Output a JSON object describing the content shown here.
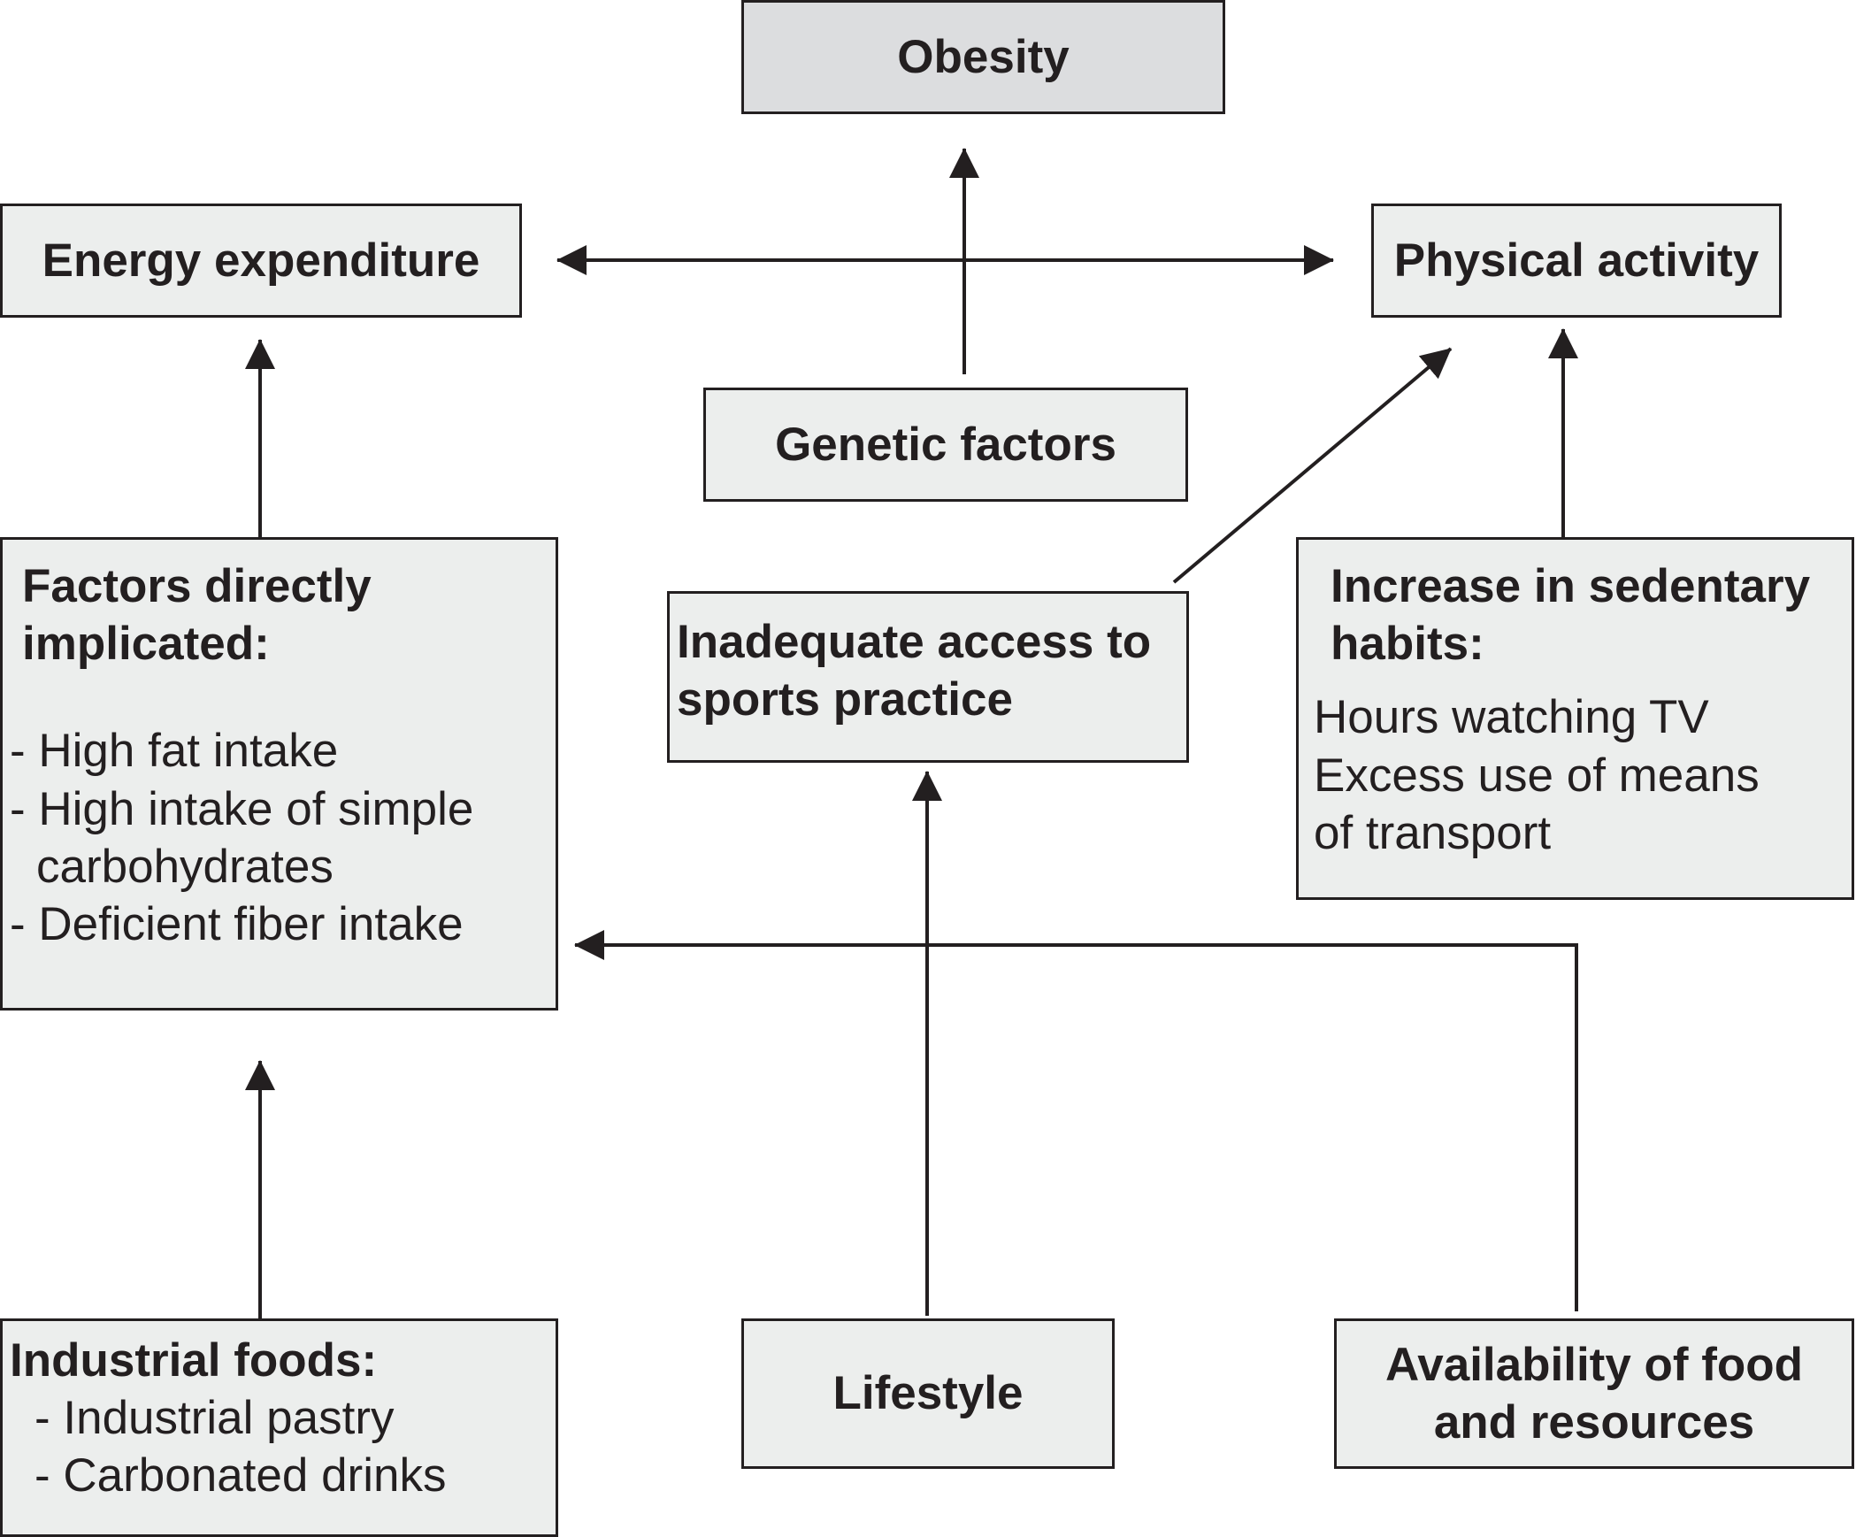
{
  "nodes": {
    "obesity": "Obesity",
    "energy_expenditure": "Energy expenditure",
    "physical_activity": "Physical activity",
    "genetic_factors": "Genetic factors",
    "factors_direct": {
      "title_line1": "Factors directly",
      "title_line2": "implicated:",
      "items": [
        "- High fat intake",
        "- High intake of simple",
        "carbohydrates",
        "- Deficient fiber intake"
      ]
    },
    "inadequate_access": {
      "line1": "Inadequate access to",
      "line2": "sports practice"
    },
    "sedentary": {
      "title_line1": "Increase in sedentary",
      "title_line2": "habits:",
      "items": [
        "Hours watching TV",
        "Excess use of means",
        "of transport"
      ]
    },
    "industrial_foods": {
      "title": "Industrial foods:",
      "items": [
        "- Industrial pastry",
        "- Carbonated drinks"
      ]
    },
    "lifestyle": "Lifestyle",
    "availability": {
      "line1": "Availability of food",
      "line2": "and resources"
    }
  },
  "edges": [
    {
      "from": "genetic_factors",
      "to": "obesity"
    },
    {
      "from": "center",
      "to": "energy_expenditure"
    },
    {
      "from": "center",
      "to": "physical_activity"
    },
    {
      "from": "factors_direct",
      "to": "energy_expenditure"
    },
    {
      "from": "inadequate_access",
      "to": "physical_activity"
    },
    {
      "from": "sedentary",
      "to": "physical_activity"
    },
    {
      "from": "industrial_foods",
      "to": "factors_direct"
    },
    {
      "from": "lifestyle",
      "to": "inadequate_access"
    },
    {
      "from": "availability",
      "to": "factors_direct"
    }
  ],
  "colors": {
    "line": "#231f20",
    "box_fill": "#eceeed",
    "obesity_fill": "#dcdddf"
  }
}
